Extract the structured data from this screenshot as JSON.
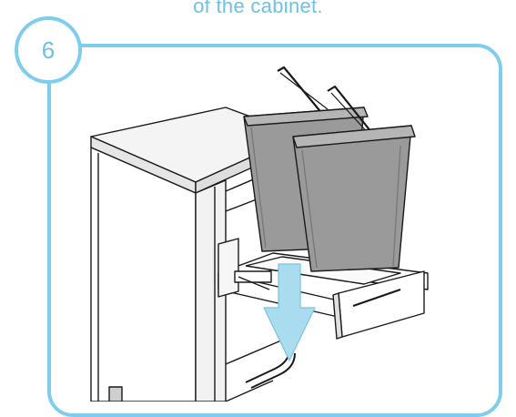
{
  "caption": "of the cabinet.",
  "step_number": "6",
  "colors": {
    "accent": "#7fcdec",
    "accent_text": "#6dc1e2",
    "bin_fill": "#9a9a9a",
    "arrow_fill": "#a9dcef",
    "line": "#1a1a1a"
  },
  "icons": [
    "cabinet-drawing",
    "waste-bin-icon",
    "down-arrow-icon"
  ]
}
